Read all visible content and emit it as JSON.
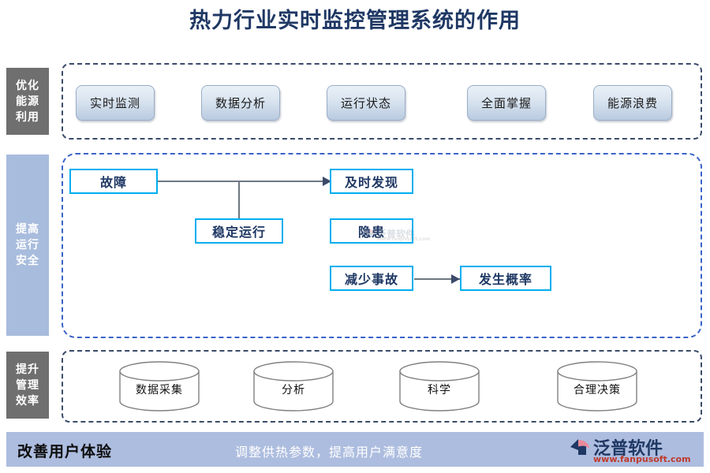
{
  "title": "热力行业实时监控管理系统的作用",
  "rows": [
    {
      "label": "优化能源利用",
      "label_lines": [
        "优化",
        "能源",
        "利用"
      ],
      "items": [
        "实时监测",
        "数据分析",
        "运行状态",
        "全面掌握",
        "能源浪费"
      ]
    },
    {
      "label": "提高运行安全",
      "label_lines": [
        "提高",
        "运行",
        "安全"
      ],
      "items": [
        "故障",
        "稳定运行",
        "及时发现",
        "隐患",
        "减少事故",
        "发生概率"
      ]
    },
    {
      "label": "提升管理效率",
      "label_lines": [
        "提升",
        "管理",
        "效率"
      ],
      "items": [
        "数据采集",
        "分析",
        "科学",
        "合理决策"
      ]
    }
  ],
  "row1": {
    "items": [
      {
        "label": "实时监测"
      },
      {
        "label": "数据分析"
      },
      {
        "label": "运行状态"
      },
      {
        "label": "全面掌握"
      },
      {
        "label": "能源浪费"
      }
    ]
  },
  "row2": {
    "boxes": [
      {
        "label": "故障"
      },
      {
        "label": "稳定运行"
      },
      {
        "label": "及时发现"
      },
      {
        "label": "隐患"
      },
      {
        "label": "减少事故"
      },
      {
        "label": "发生概率"
      }
    ],
    "connections": [
      {
        "from": "故障",
        "to": "及时发现",
        "arrow": true
      },
      {
        "from": "稳定运行",
        "to": "及时发现",
        "arrow": false
      },
      {
        "from": "减少事故",
        "to": "发生概率",
        "arrow": true
      }
    ]
  },
  "row3": {
    "cylinders": [
      {
        "label": "数据采集"
      },
      {
        "label": "分析"
      },
      {
        "label": "科学"
      },
      {
        "label": "合理决策"
      }
    ]
  },
  "footer": {
    "left_text": "改善用户体验",
    "center_text": "调整供热参数，提高用户满意度",
    "logo_text": "泛普软件",
    "logo_url": "www.fanpusoft.com"
  },
  "watermark": {
    "text": "泛普软件",
    "url": "www.fanpusoft.com"
  },
  "colors": {
    "title": "#1f3864",
    "label_gray": "#6f6f6f",
    "label_blue": "#a8bcdd",
    "box_border_cyan": "#00aeef",
    "group_dash_navy": "#3b4a6b",
    "group_dash_blue": "#3a63c8",
    "footer_bg": "#adbddf",
    "logo_url_red": "#c0392b"
  }
}
